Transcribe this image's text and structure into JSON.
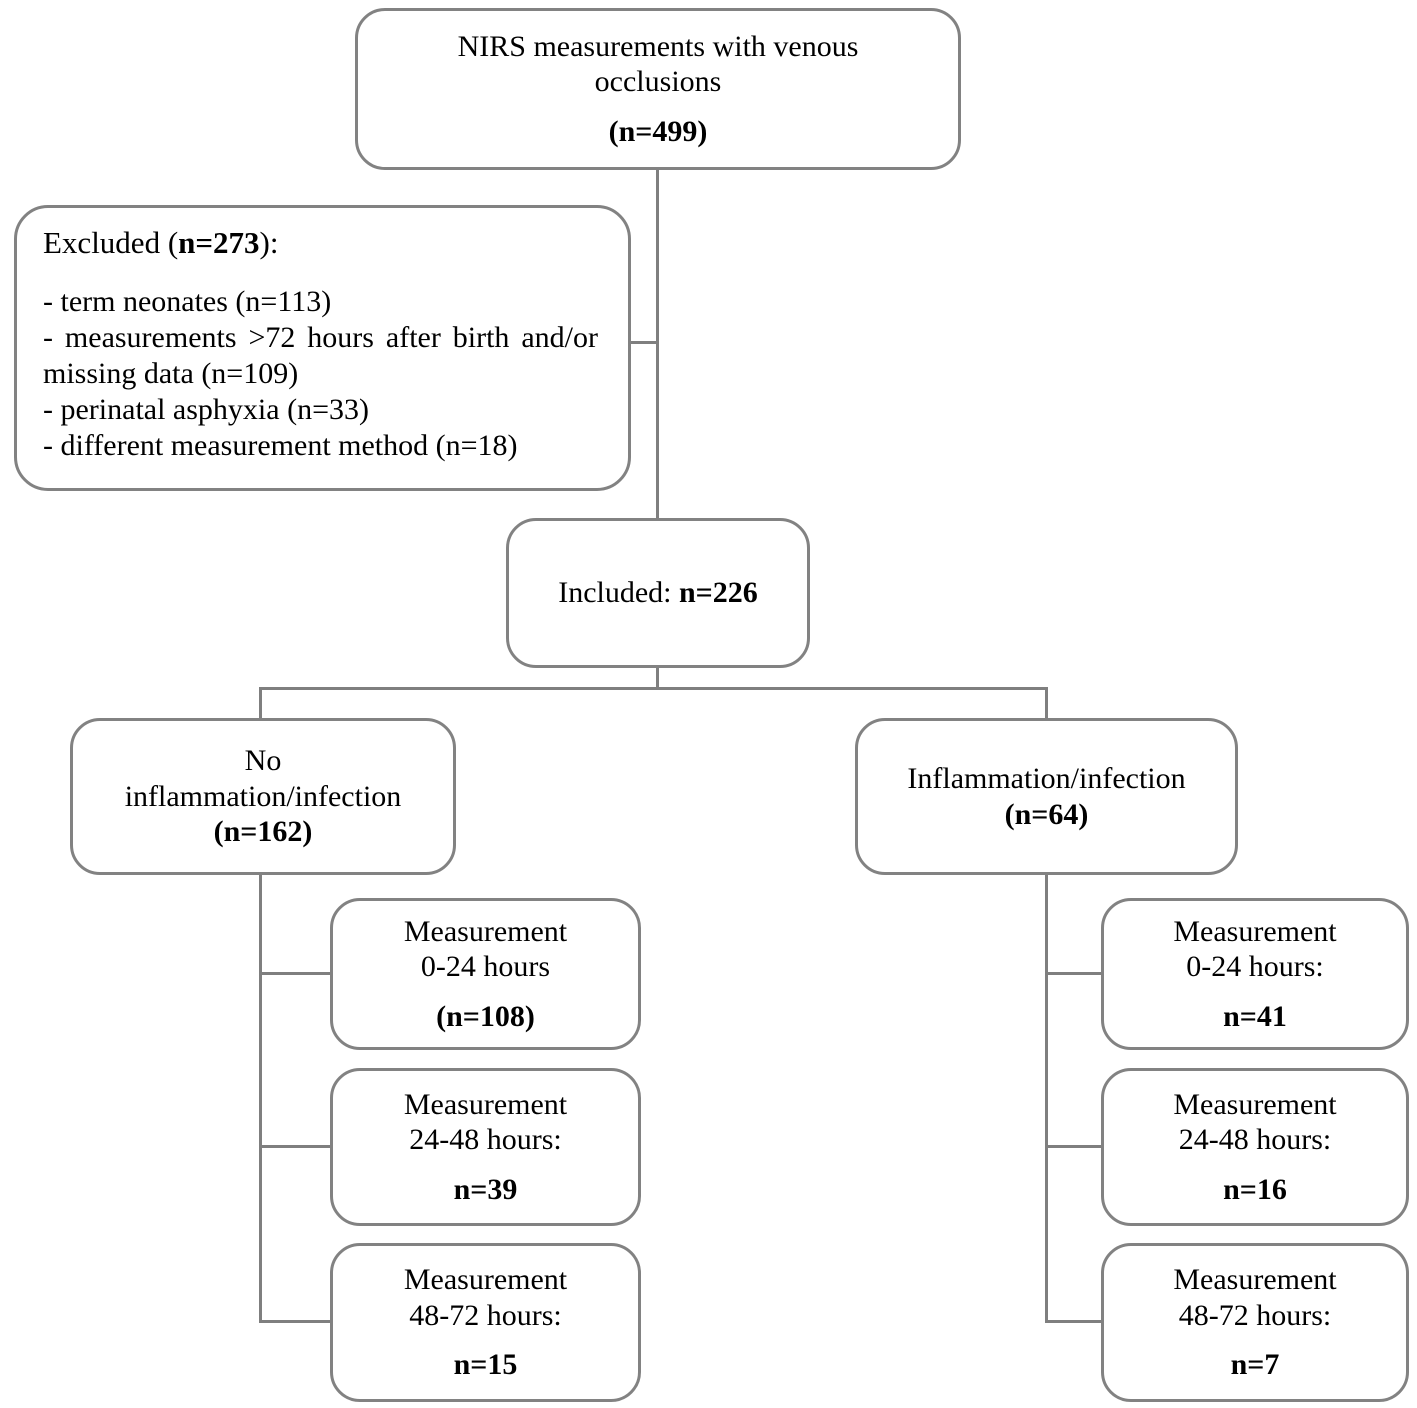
{
  "colors": {
    "line": "#7f7f7f",
    "box_border": "#828282",
    "text": "#000000",
    "background": "#ffffff"
  },
  "top_box": {
    "lines": [
      "NIRS measurements with venous",
      "occlusions"
    ],
    "n": "(n=499)"
  },
  "excluded_box": {
    "title_prefix": "Excluded (",
    "title_n": "n=273",
    "title_suffix": "):",
    "items": [
      "- term neonates (n=113)",
      "- measurements >72 hours after birth and/or missing data (n=109)",
      "- perinatal asphyxia (n=33)",
      "- different measurement method (n=18)"
    ]
  },
  "included_box": {
    "prefix": "Included: ",
    "n": "n=226"
  },
  "left_branch_box": {
    "lines": [
      "No",
      "inflammation/infection"
    ],
    "n": "(n=162)"
  },
  "right_branch_box": {
    "lines": [
      "Inflammation/infection"
    ],
    "n": "(n=64)"
  },
  "left_measurement_boxes": [
    {
      "lines": [
        "Measurement",
        "0-24 hours"
      ],
      "n": "(n=108)"
    },
    {
      "lines": [
        "Measurement",
        "24-48 hours:"
      ],
      "n": "n=39"
    },
    {
      "lines": [
        "Measurement",
        "48-72 hours:"
      ],
      "n": "n=15"
    }
  ],
  "right_measurement_boxes": [
    {
      "lines": [
        "Measurement",
        "0-24 hours:"
      ],
      "n": "n=41"
    },
    {
      "lines": [
        "Measurement",
        "24-48 hours:"
      ],
      "n": "n=16"
    },
    {
      "lines": [
        "Measurement",
        "48-72 hours:"
      ],
      "n": "n=7"
    }
  ]
}
